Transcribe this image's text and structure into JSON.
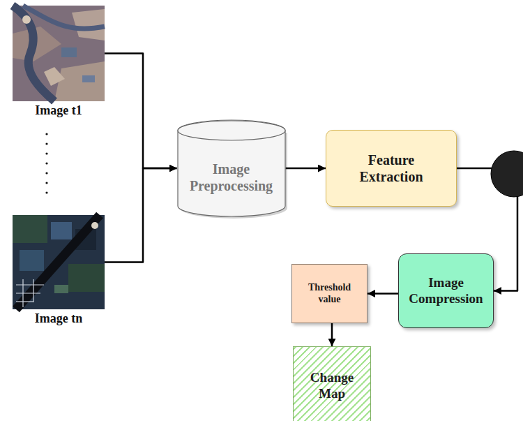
{
  "diagram": {
    "nodes": [
      {
        "text": [
          "Image t1"
        ]
      },
      {
        "text": [
          "Image tn"
        ]
      },
      {
        "text": [
          "Image Preprocessing"
        ]
      },
      {
        "text": [
          "Feature Extraction"
        ]
      },
      {
        "text": [
          "Image Compression"
        ]
      },
      {
        "text": [
          "Threshold value"
        ]
      },
      {
        "text": [
          "Change Map"
        ]
      }
    ],
    "edges": [
      {
        "from": 0,
        "to": 2,
        "arrow": "to"
      },
      {
        "from": 1,
        "to": 2,
        "arrow": "to"
      },
      {
        "from": 2,
        "to": 3,
        "arrow": "to"
      },
      {
        "from": 3,
        "to": 4,
        "arrow": "to"
      },
      {
        "from": 4,
        "to": 5,
        "arrow": "to"
      },
      {
        "from": 5,
        "to": 6,
        "arrow": "to"
      }
    ]
  }
}
